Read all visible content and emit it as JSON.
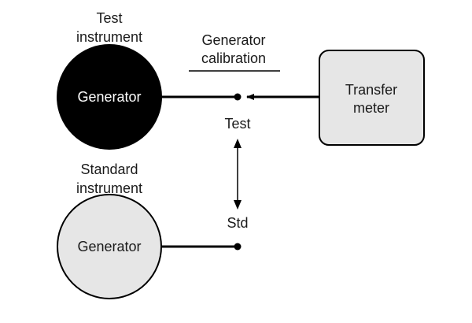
{
  "test_instrument": {
    "heading_line1": "Test",
    "heading_line2": "instrument",
    "generator_label": "Generator"
  },
  "standard_instrument": {
    "heading_line1": "Standard",
    "heading_line2": "instrument",
    "generator_label": "Generator"
  },
  "calibration_heading": {
    "line1": "Generator",
    "line2": "calibration"
  },
  "transfer_meter": {
    "line1": "Transfer",
    "line2": "meter"
  },
  "switch": {
    "test_label": "Test",
    "std_label": "Std"
  },
  "colors": {
    "test_generator_fill": "#000000",
    "standard_generator_fill": "#e6e6e6",
    "transfer_meter_fill": "#e6e6e6",
    "line": "#000000"
  }
}
